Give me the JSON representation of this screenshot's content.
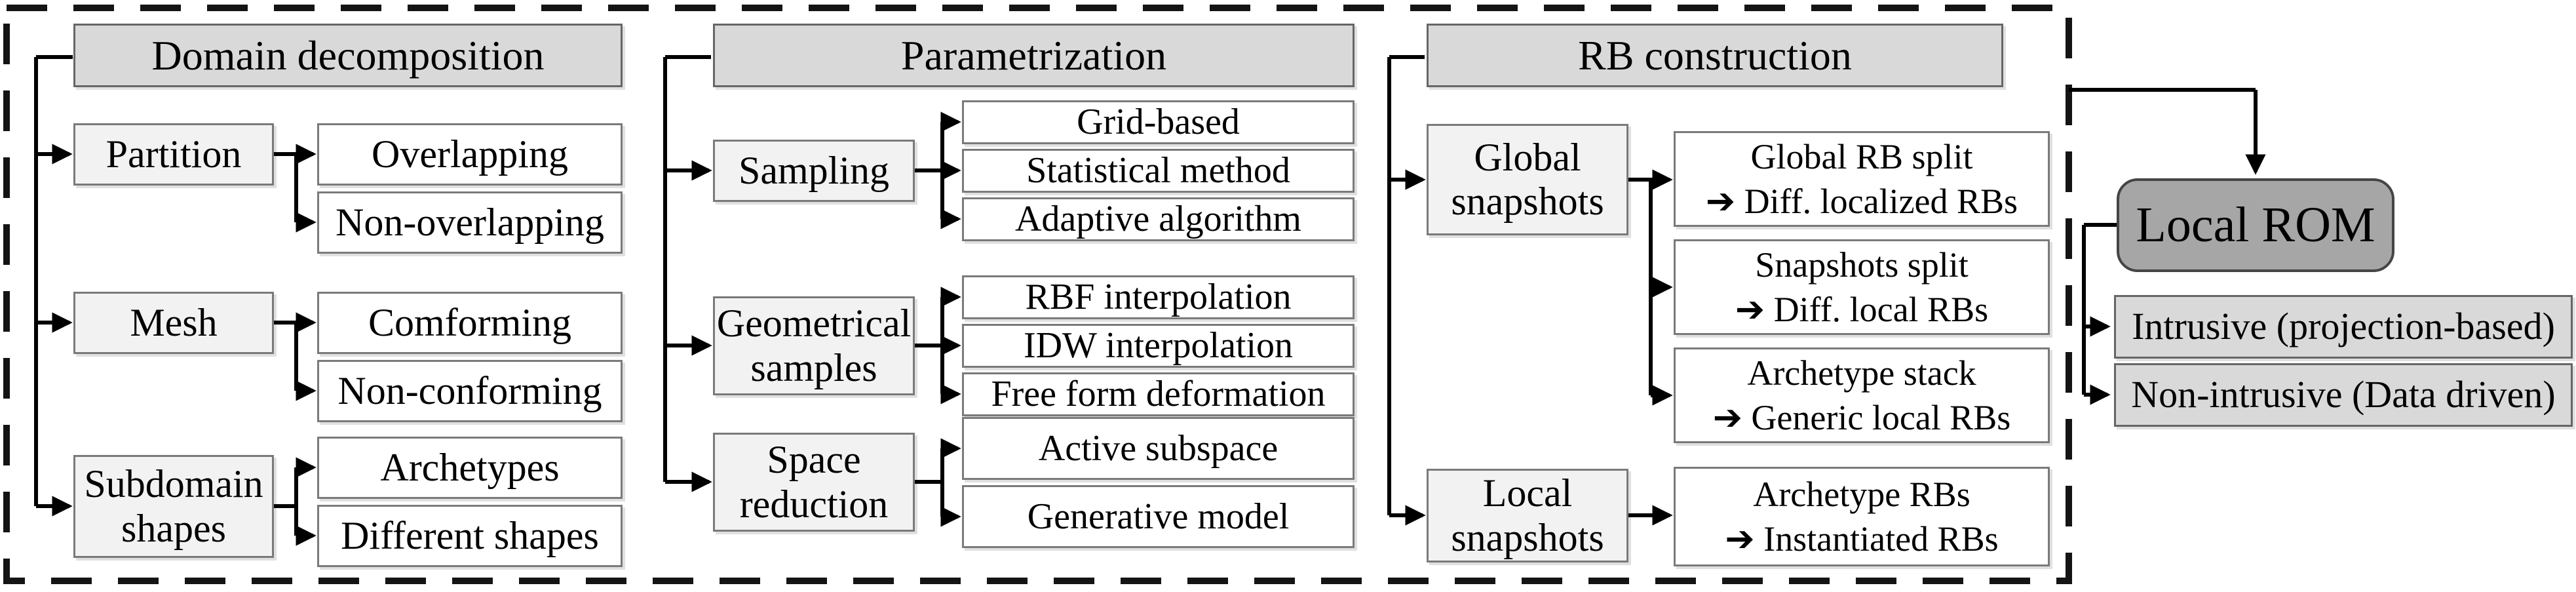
{
  "columns": [
    {
      "header": "Domain decomposition",
      "categories": [
        {
          "label": "Partition",
          "children": [
            {
              "label": "Overlapping"
            },
            {
              "label": "Non-overlapping"
            }
          ]
        },
        {
          "label": "Mesh",
          "children": [
            {
              "label": "Comforming"
            },
            {
              "label": "Non-conforming"
            }
          ]
        },
        {
          "label": "Subdomain shapes",
          "children": [
            {
              "label": "Archetypes"
            },
            {
              "label": "Different shapes"
            }
          ]
        }
      ]
    },
    {
      "header": "Parametrization",
      "categories": [
        {
          "label": "Sampling",
          "children": [
            {
              "label": "Grid-based"
            },
            {
              "label": "Statistical method"
            },
            {
              "label": "Adaptive algorithm"
            }
          ]
        },
        {
          "label": "Geometrical samples",
          "children": [
            {
              "label": "RBF interpolation"
            },
            {
              "label": "IDW interpolation"
            },
            {
              "label": "Free form deformation"
            }
          ]
        },
        {
          "label": "Space reduction",
          "children": [
            {
              "label": "Active subspace"
            },
            {
              "label": "Generative model"
            }
          ]
        }
      ]
    },
    {
      "header": "RB construction",
      "categories": [
        {
          "label": "Global snapshots",
          "children": [
            {
              "line1": "Global RB split",
              "line2": "➔ Diff. localized RBs"
            },
            {
              "line1": "Snapshots split",
              "line2": "➔ Diff. local RBs"
            },
            {
              "line1": "Archetype stack",
              "line2": "➔ Generic local RBs"
            }
          ]
        },
        {
          "label": "Local snapshots",
          "children": [
            {
              "line1": "Archetype RBs",
              "line2": "➔ Instantiated RBs"
            }
          ]
        }
      ]
    }
  ],
  "output": {
    "title": "Local ROM",
    "branches": [
      {
        "label": "Intrusive (projection-based)"
      },
      {
        "label": "Non-intrusive (Data driven)"
      }
    ]
  },
  "colors": {
    "header_fill": "#d9d9d9",
    "category_fill": "#f2f2f2",
    "child_fill": "#ffffff",
    "rom_fill": "#a6a6a6",
    "branch_fill": "#d9d9d9",
    "line": "#000000"
  }
}
